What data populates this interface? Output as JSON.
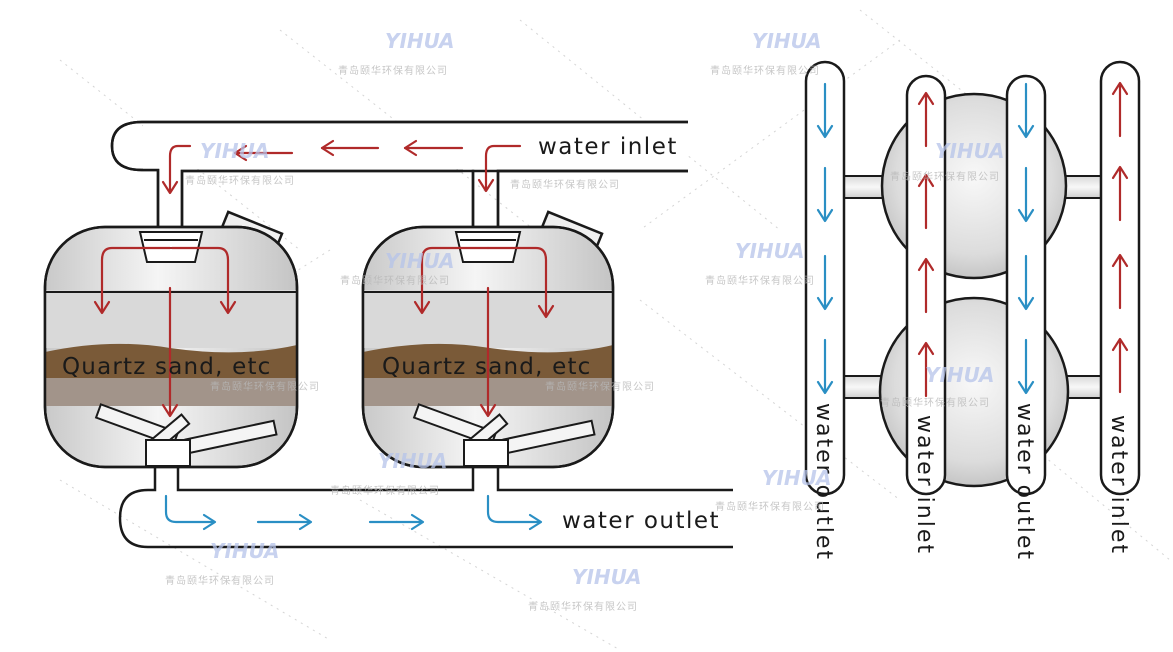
{
  "labels": {
    "left_inlet": "water inlet",
    "left_outlet": "water outlet",
    "sand_left": "Quartz sand, etc",
    "sand_right": "Quartz sand, etc",
    "pipe1": "water outlet",
    "pipe2": "water inlet",
    "pipe3": "water outlet",
    "pipe4": "water inlet"
  },
  "watermark": {
    "brand": "YIHUA",
    "company": "青岛颐华环保有限公司"
  },
  "colors": {
    "inflow_arrow": "#b02a2a",
    "outflow_arrow": "#2a8fc4",
    "sand": "#7a5a38",
    "sand_lower": "#a2948a",
    "outline": "#1a1a1a"
  }
}
